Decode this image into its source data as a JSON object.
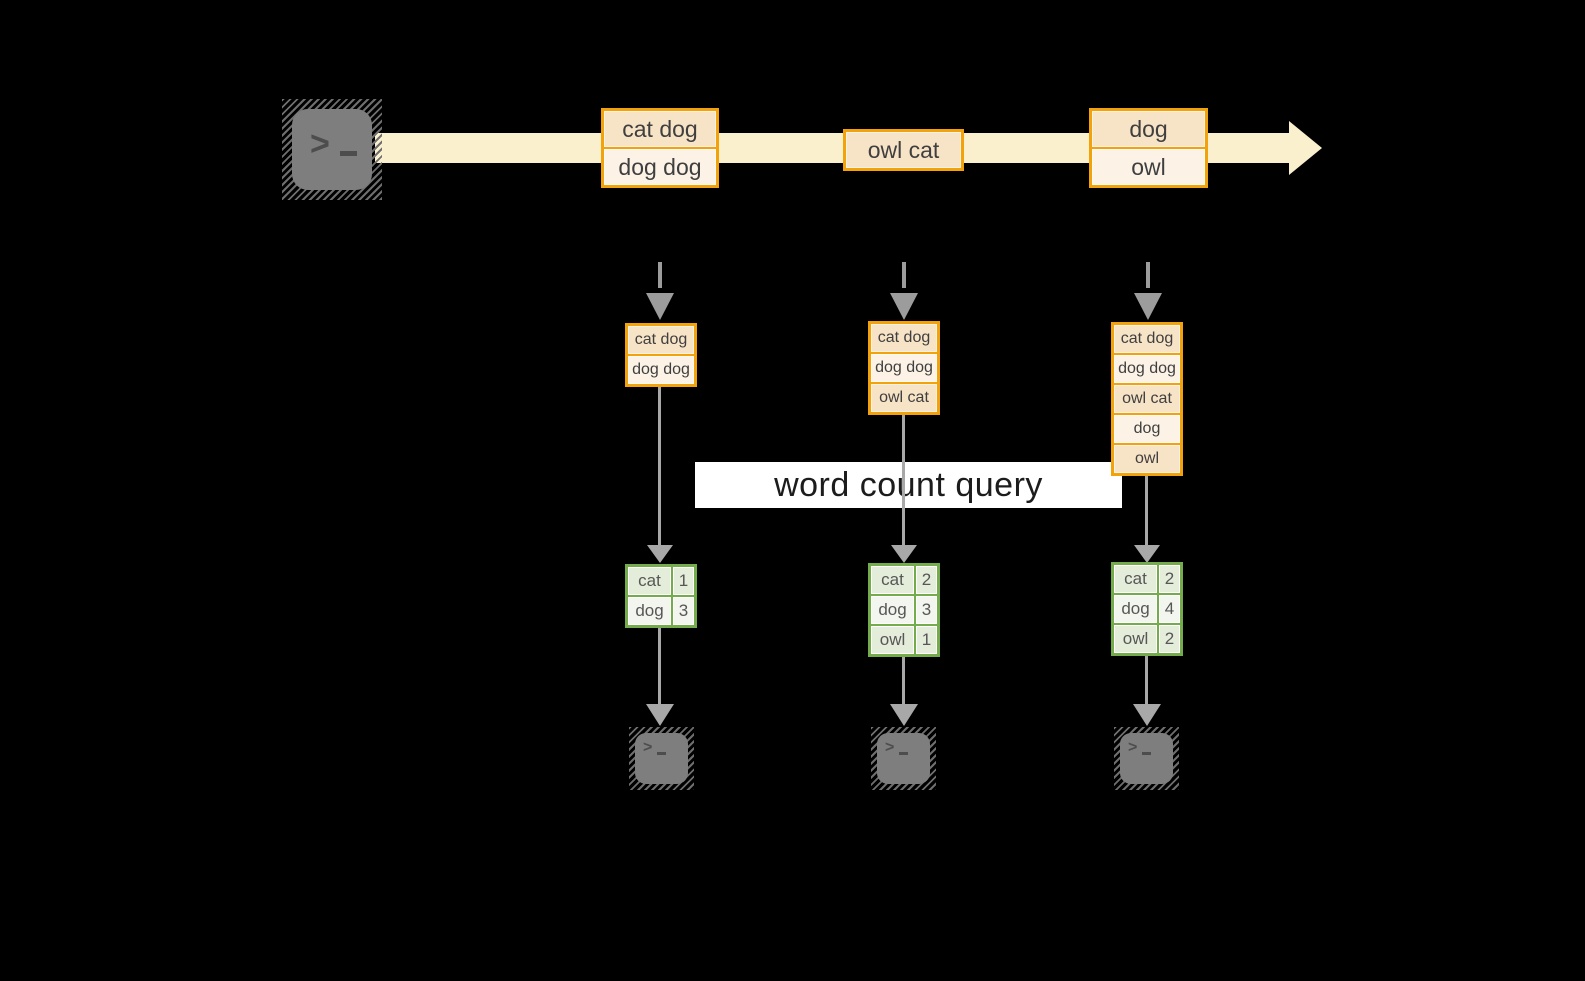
{
  "query": {
    "label": "word count query"
  },
  "terminal": {
    "glyph": ">"
  },
  "timeline": {
    "events": [
      {
        "lines": [
          "cat dog",
          "dog dog"
        ]
      },
      {
        "lines": [
          "owl cat"
        ]
      },
      {
        "lines": [
          "dog",
          "owl"
        ]
      }
    ]
  },
  "columns": [
    {
      "input_rows": [
        "cat dog",
        "dog dog"
      ],
      "counts": [
        {
          "word": "cat",
          "count": "1"
        },
        {
          "word": "dog",
          "count": "3"
        }
      ]
    },
    {
      "input_rows": [
        "cat dog",
        "dog dog",
        "owl cat"
      ],
      "counts": [
        {
          "word": "cat",
          "count": "2"
        },
        {
          "word": "dog",
          "count": "3"
        },
        {
          "word": "owl",
          "count": "1"
        }
      ]
    },
    {
      "input_rows": [
        "cat dog",
        "dog dog",
        "owl cat",
        "dog",
        "owl"
      ],
      "counts": [
        {
          "word": "cat",
          "count": "2"
        },
        {
          "word": "dog",
          "count": "4"
        },
        {
          "word": "owl",
          "count": "2"
        }
      ]
    }
  ],
  "colors": {
    "background": "#000000",
    "time_band": "#FAF0CE",
    "orange_border": "#F2A30B",
    "peach_fill": "#F7E3C6",
    "cream_fill": "#FCF3E6",
    "green_border": "#74AC4C",
    "green_fill": "#E4ECDA",
    "green_fill_light": "#F2F6EE",
    "arrow_gray": "#A8A8A8",
    "terminal_gray": "#7E7E7E"
  }
}
